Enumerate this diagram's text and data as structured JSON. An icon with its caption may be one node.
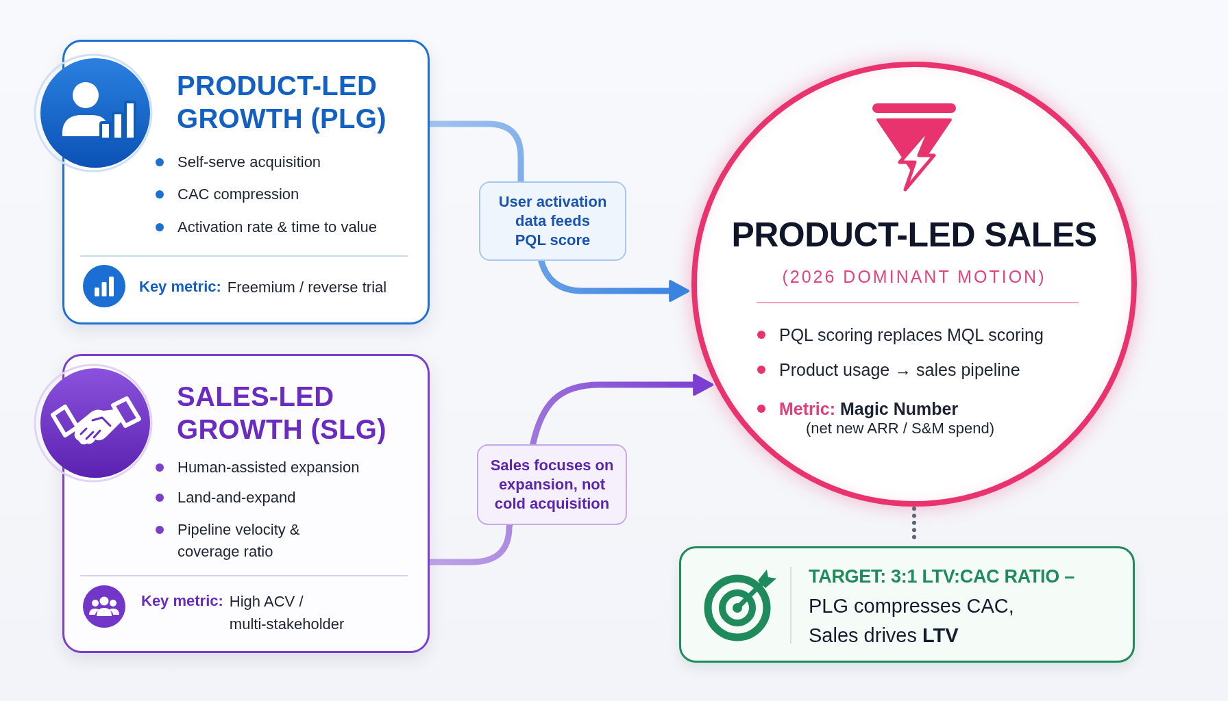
{
  "diagram": {
    "nodes": [
      {
        "text": [
          "PRODUCT-LED GROWTH (PLG)",
          "Self-serve acquisition",
          "CAC compression",
          "Activation rate & time to value",
          "Key metric:",
          "Freemium / reverse trial"
        ]
      },
      {
        "text": [
          "SALES-LED GROWTH (SLG)",
          "Human-assisted expansion",
          "Land-and-expand",
          "Pipeline velocity & coverage ratio",
          "Key metric:",
          "High ACV / multi-stakeholder"
        ]
      },
      {
        "text": [
          "PRODUCT-LED SALES",
          "(2026 DOMINANT MOTION)",
          "PQL scoring replaces MQL scoring",
          "Product usage → sales pipeline",
          "**Metric:** Magic Number",
          "(net new ARR / S&M spend)"
        ]
      },
      {
        "text": [
          "TARGET: 3:1 LTV:CAC RATIO –",
          "PLG compresses CAC, Sales drives **LTV**"
        ]
      }
    ],
    "edges": [
      {
        "from": 0,
        "to": 2,
        "arrow": "to",
        "label": "User activation data feeds PQL score",
        "color": "#3a83df"
      },
      {
        "from": 1,
        "to": 2,
        "arrow": "to",
        "label": "Sales focuses on expansion, not cold acquisition",
        "color": "#7a3fd0"
      },
      {
        "from": 2,
        "to": 3,
        "arrow": "none",
        "style": "dashed",
        "color": "#5c6475"
      }
    ]
  }
}
